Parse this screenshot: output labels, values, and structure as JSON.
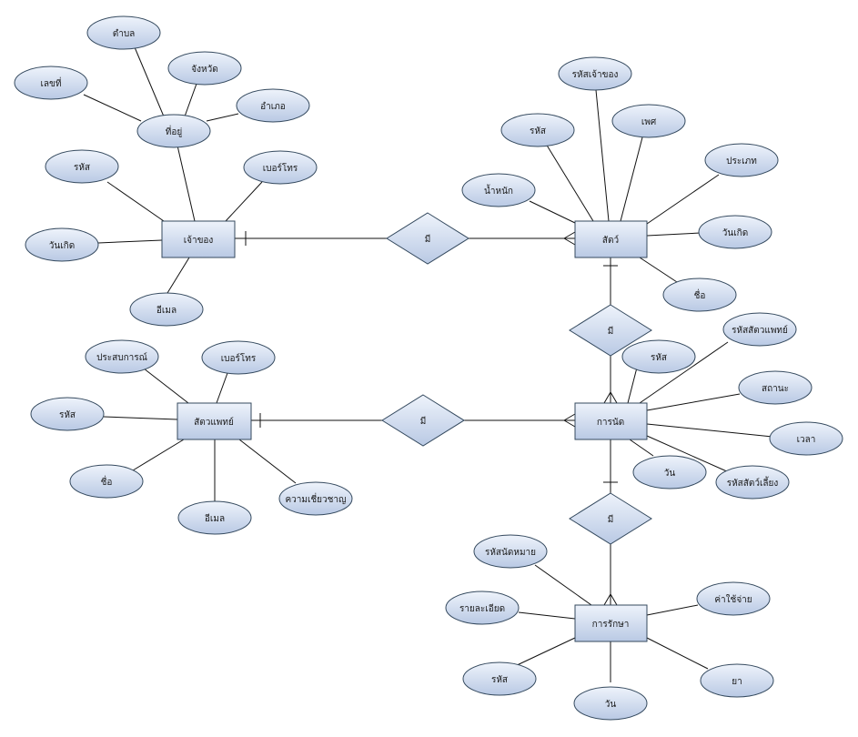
{
  "diagram": {
    "colors": {
      "shape_fill_top": "#eef3fb",
      "shape_fill_bottom": "#b9c9e4",
      "shape_stroke": "#34495e",
      "line": "#111111"
    },
    "entities": {
      "owner": "เจ้าของ",
      "pet": "สัตว์",
      "vet": "สัตวแพทย์",
      "appointment": "การนัด",
      "treatment": "การรักษา"
    },
    "relationships": {
      "owner_pet": "มี",
      "pet_appointment": "มี",
      "vet_appointment": "มี",
      "appointment_treatment": "มี"
    },
    "attributes": {
      "address": "ที่อยู่",
      "subdistrict": "ตำบล",
      "house_no": "เลขที่",
      "province": "จังหวัด",
      "district": "อำเภอ",
      "owner_id": "รหัส",
      "owner_phone": "เบอร์โทร",
      "owner_birth": "วันเกิด",
      "owner_email": "อีเมล",
      "pet_owner_id": "รหัสเจ้าของ",
      "pet_id": "รหัส",
      "pet_sex": "เพศ",
      "pet_type": "ประเภท",
      "pet_weight": "น้ำหนัก",
      "pet_birth": "วันเกิด",
      "pet_name": "ชื่อ",
      "vet_experience": "ประสบการณ์",
      "vet_phone": "เบอร์โทร",
      "vet_id": "รหัส",
      "vet_name": "ชื่อ",
      "vet_email": "อีเมล",
      "vet_expertise": "ความเชี่ยวชาญ",
      "appt_vet_id": "รหัสสัตวแพทย์",
      "appt_id": "รหัส",
      "appt_status": "สถานะ",
      "appt_time": "เวลา",
      "appt_pet_id": "รหัสสัตว์เลี้ยง",
      "appt_date": "วัน",
      "treat_appt_id": "รหัสนัดหมาย",
      "treat_detail": "รายละเอียด",
      "treat_cost": "ค่าใช้จ่าย",
      "treat_id": "รหัส",
      "treat_date": "วัน",
      "treat_drug": "ยา"
    }
  }
}
